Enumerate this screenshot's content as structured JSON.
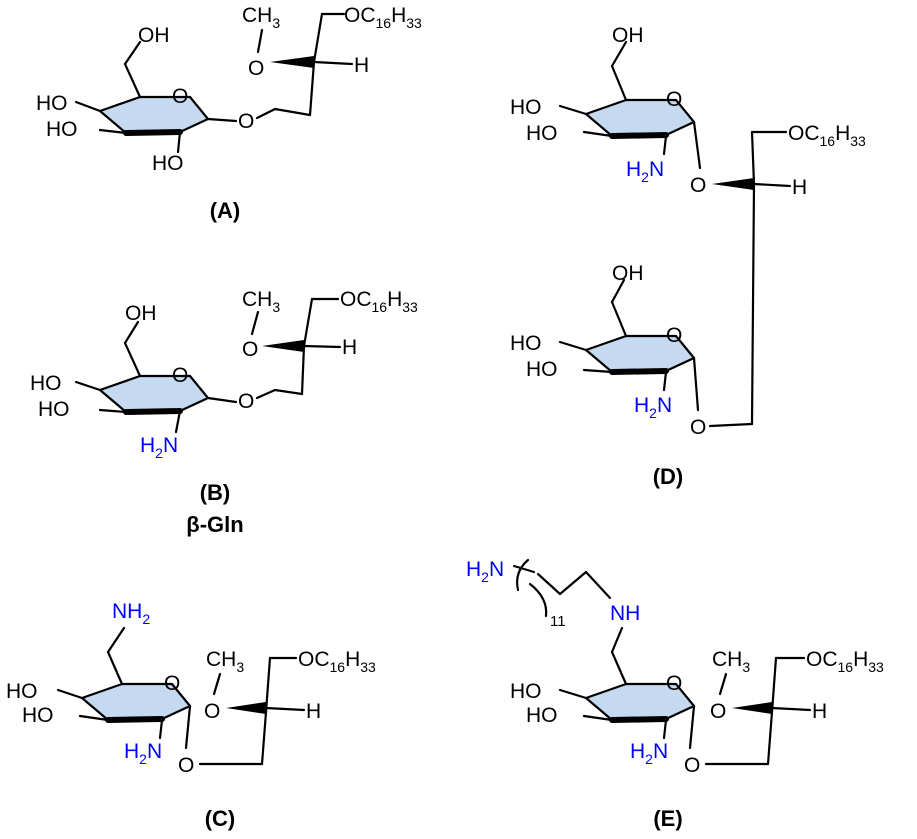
{
  "colors": {
    "amine": "#0000ff",
    "ring_fill": "#c5d9f1",
    "ink": "#000000"
  },
  "labels": {
    "OH": "OH",
    "HO": "HO",
    "O": "O",
    "H": "H",
    "CH3": "CH3",
    "OC16H33": "OC16H33",
    "H2N": "H2N",
    "NH2": "NH2",
    "NH": "NH",
    "subscript_11": "11"
  },
  "compounds": [
    {
      "caption": "(A)"
    },
    {
      "caption": "(B)",
      "subcaption": "β-Gln"
    },
    {
      "caption": "(C)"
    },
    {
      "caption": "(D)"
    },
    {
      "caption": "(E)"
    }
  ]
}
